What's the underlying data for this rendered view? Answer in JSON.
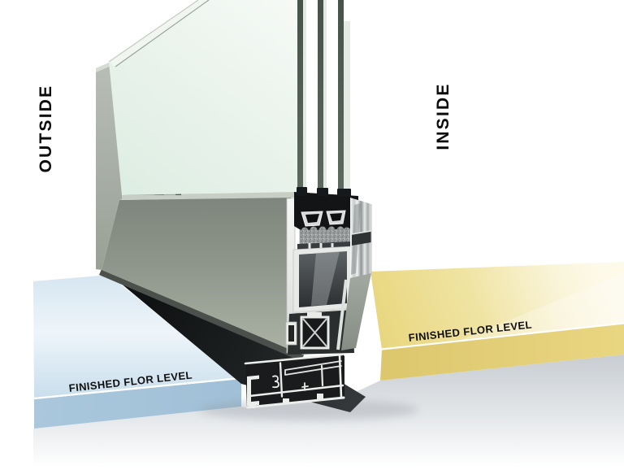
{
  "labels": {
    "outside": "OUTSIDE",
    "inside": "INSIDE",
    "floor_outside": "FINISHED FLOR LEVEL",
    "floor_inside": "FINISHED FLOR LEVEL"
  },
  "colors": {
    "label_text": "#0b0b0b",
    "outside_floor_top": "#dbe9f4",
    "outside_floor_edge": "#abc8dd",
    "inside_floor_top": "#eedd8e",
    "inside_floor_edge": "#dfca72",
    "aluminum_frame_sage": "#8d958b",
    "aluminum_light": "#c9cfc4",
    "profile_black": "#17191a",
    "glass_tint": "#e7f1e9",
    "chrome_face": "#d9dddd",
    "base_platform": "#c6cbd0"
  }
}
